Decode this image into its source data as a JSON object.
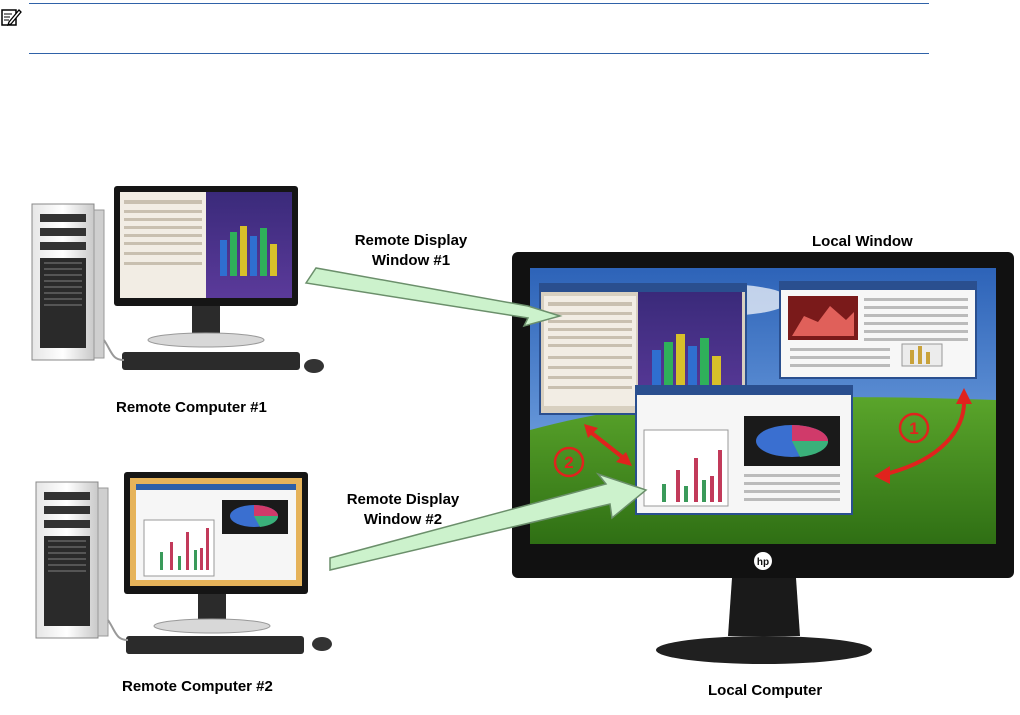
{
  "header": {
    "note_icon": "note-pencil-icon"
  },
  "labels": {
    "remote_display_1_line1": "Remote Display",
    "remote_display_1_line2": "Window #1",
    "remote_display_2_line1": "Remote Display",
    "remote_display_2_line2": "Window #2",
    "local_window": "Local Window",
    "remote_computer_1": "Remote Computer #1",
    "remote_computer_2": "Remote Computer #2",
    "local_computer": "Local Computer"
  },
  "markers": {
    "one": "1",
    "two": "2"
  },
  "monitor": {
    "brand": "hp"
  },
  "colors": {
    "rule": "#2f62a8",
    "callout_fill": "#ccf2cc",
    "callout_stroke": "#6b8f6b",
    "marker_red": "#e0231d",
    "desktop_sky": "#3e79c8",
    "desktop_grass": "#3f8a1f",
    "bezel": "#111111"
  }
}
